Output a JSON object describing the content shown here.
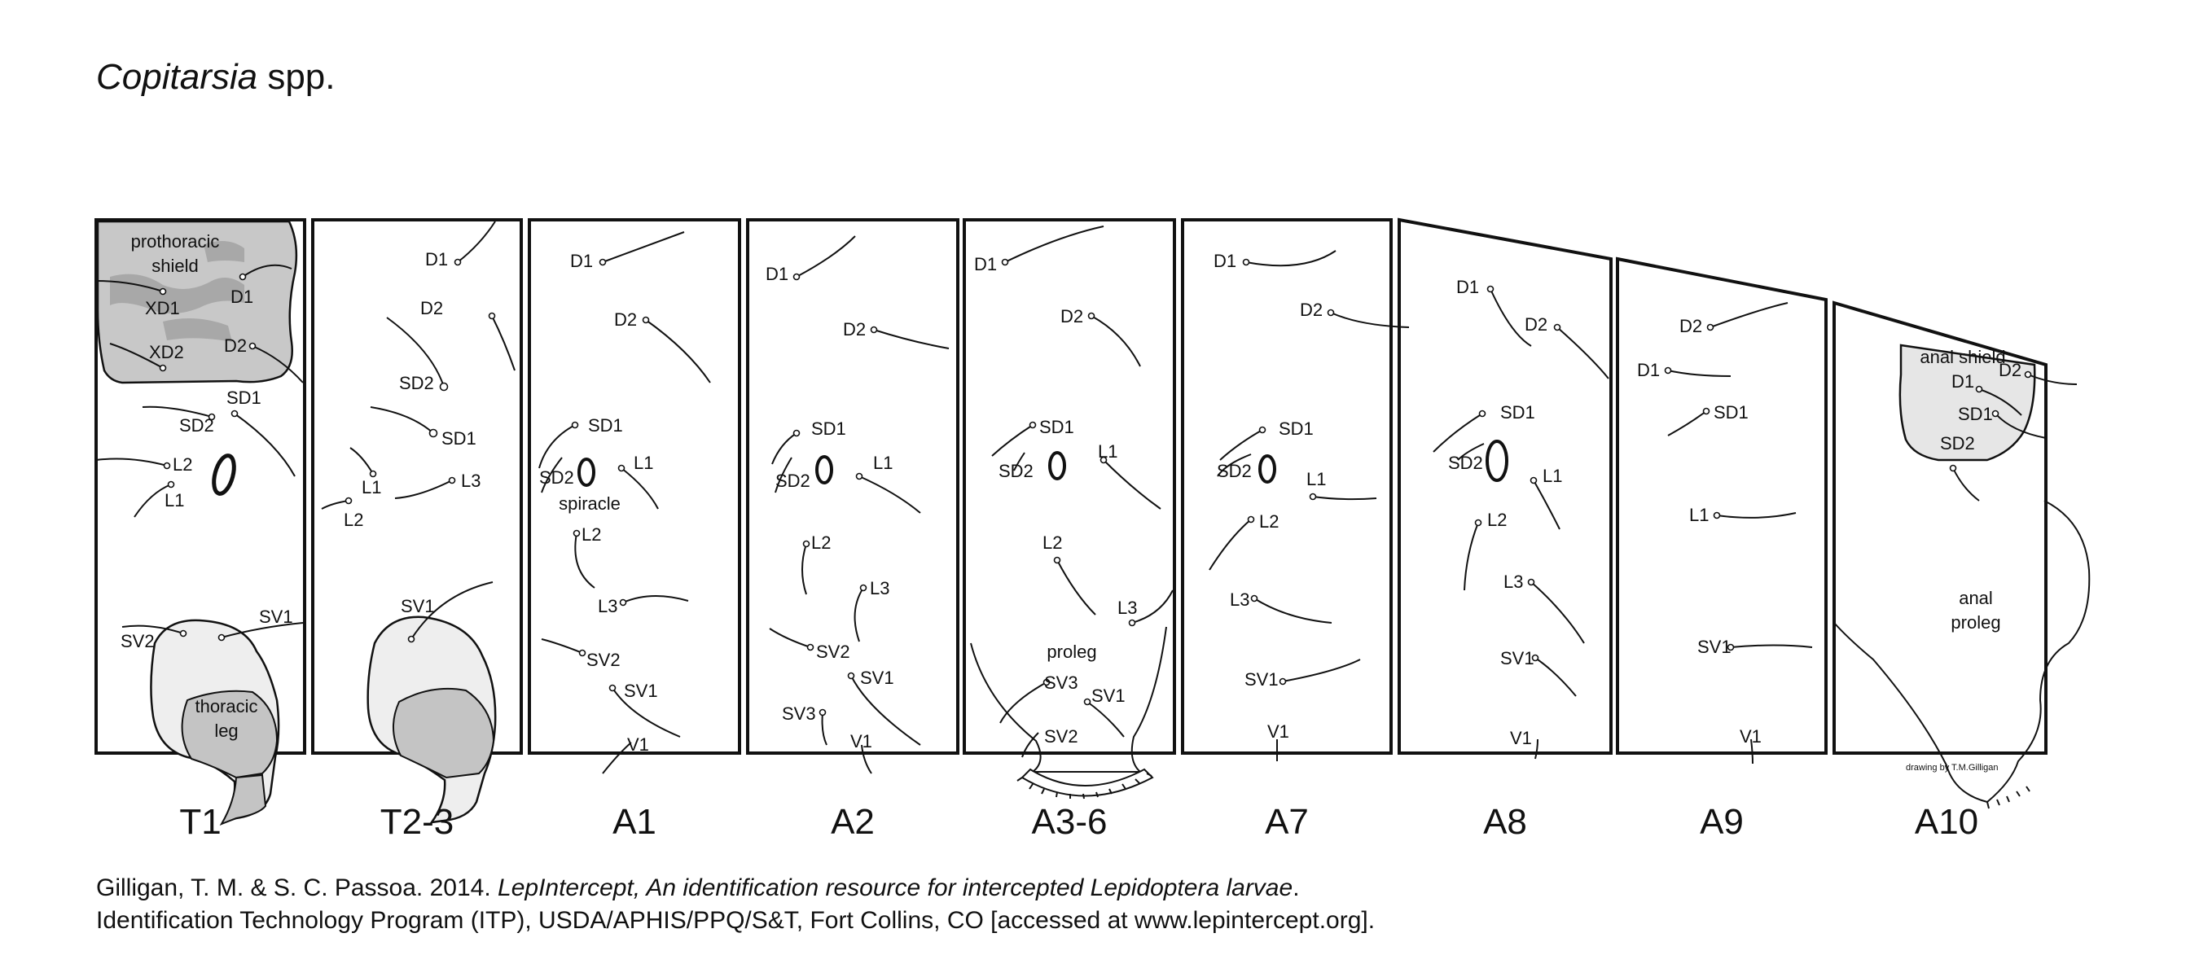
{
  "figure": {
    "title_genus": "Copitarsia",
    "title_rest": " spp.",
    "caption_line1_pre": "Gilligan, T. M. & S. C. Passoa. 2014. ",
    "caption_line1_italic": "LepIntercept, An identification resource for intercepted Lepidoptera larvae",
    "caption_line1_post": ".",
    "caption_line2": "Identification Technology Program (ITP), USDA/APHIS/PPQ/S&T, Fort Collins, CO [accessed at www.lepintercept.org].",
    "credit": "drawing by T.M.Gilligan"
  },
  "segments": [
    "T1",
    "T2-3",
    "A1",
    "A2",
    "A3-6",
    "A7",
    "A8",
    "A9",
    "A10"
  ],
  "structures": {
    "prothoracic_shield_l1": "prothoracic",
    "prothoracic_shield_l2": "shield",
    "thoracic_leg_l1": "thoracic",
    "thoracic_leg_l2": "leg",
    "spiracle": "spiracle",
    "proleg": "proleg",
    "anal_shield": "anal shield",
    "anal_proleg_l1": "anal",
    "anal_proleg_l2": "proleg"
  },
  "setae": {
    "T1": [
      "XD1",
      "D1",
      "XD2",
      "D2",
      "SD1",
      "SD2",
      "L2",
      "L1",
      "SV1",
      "SV2"
    ],
    "T2-3": [
      "D1",
      "D2",
      "SD2",
      "SD1",
      "L1",
      "L3",
      "L2",
      "SV1"
    ],
    "A1": [
      "D1",
      "D2",
      "SD1",
      "SD2",
      "L1",
      "L2",
      "L3",
      "SV2",
      "SV1",
      "V1"
    ],
    "A2": [
      "D1",
      "D2",
      "SD1",
      "SD2",
      "L1",
      "L2",
      "L3",
      "SV2",
      "SV1",
      "SV3",
      "V1"
    ],
    "A3-6": [
      "D1",
      "D2",
      "SD1",
      "SD2",
      "L1",
      "L2",
      "L3",
      "SV3",
      "SV1",
      "SV2"
    ],
    "A7": [
      "D1",
      "D2",
      "SD1",
      "SD2",
      "L1",
      "L2",
      "L3",
      "SV1",
      "V1"
    ],
    "A8": [
      "D1",
      "D2",
      "SD1",
      "SD2",
      "L1",
      "L2",
      "L3",
      "SV1",
      "V1"
    ],
    "A9": [
      "D2",
      "D1",
      "SD1",
      "L1",
      "SV1",
      "V1"
    ],
    "A10": [
      "D2",
      "D1",
      "SD1",
      "SD2"
    ]
  },
  "colors": {
    "stroke": "#111111",
    "shield_fill": "#c8c8c8",
    "shield_patch": "#a8a8a8",
    "leg_light": "#eeeeee",
    "leg_dark": "#c4c4c4",
    "anal_shield_fill": "#e6e6e6"
  }
}
